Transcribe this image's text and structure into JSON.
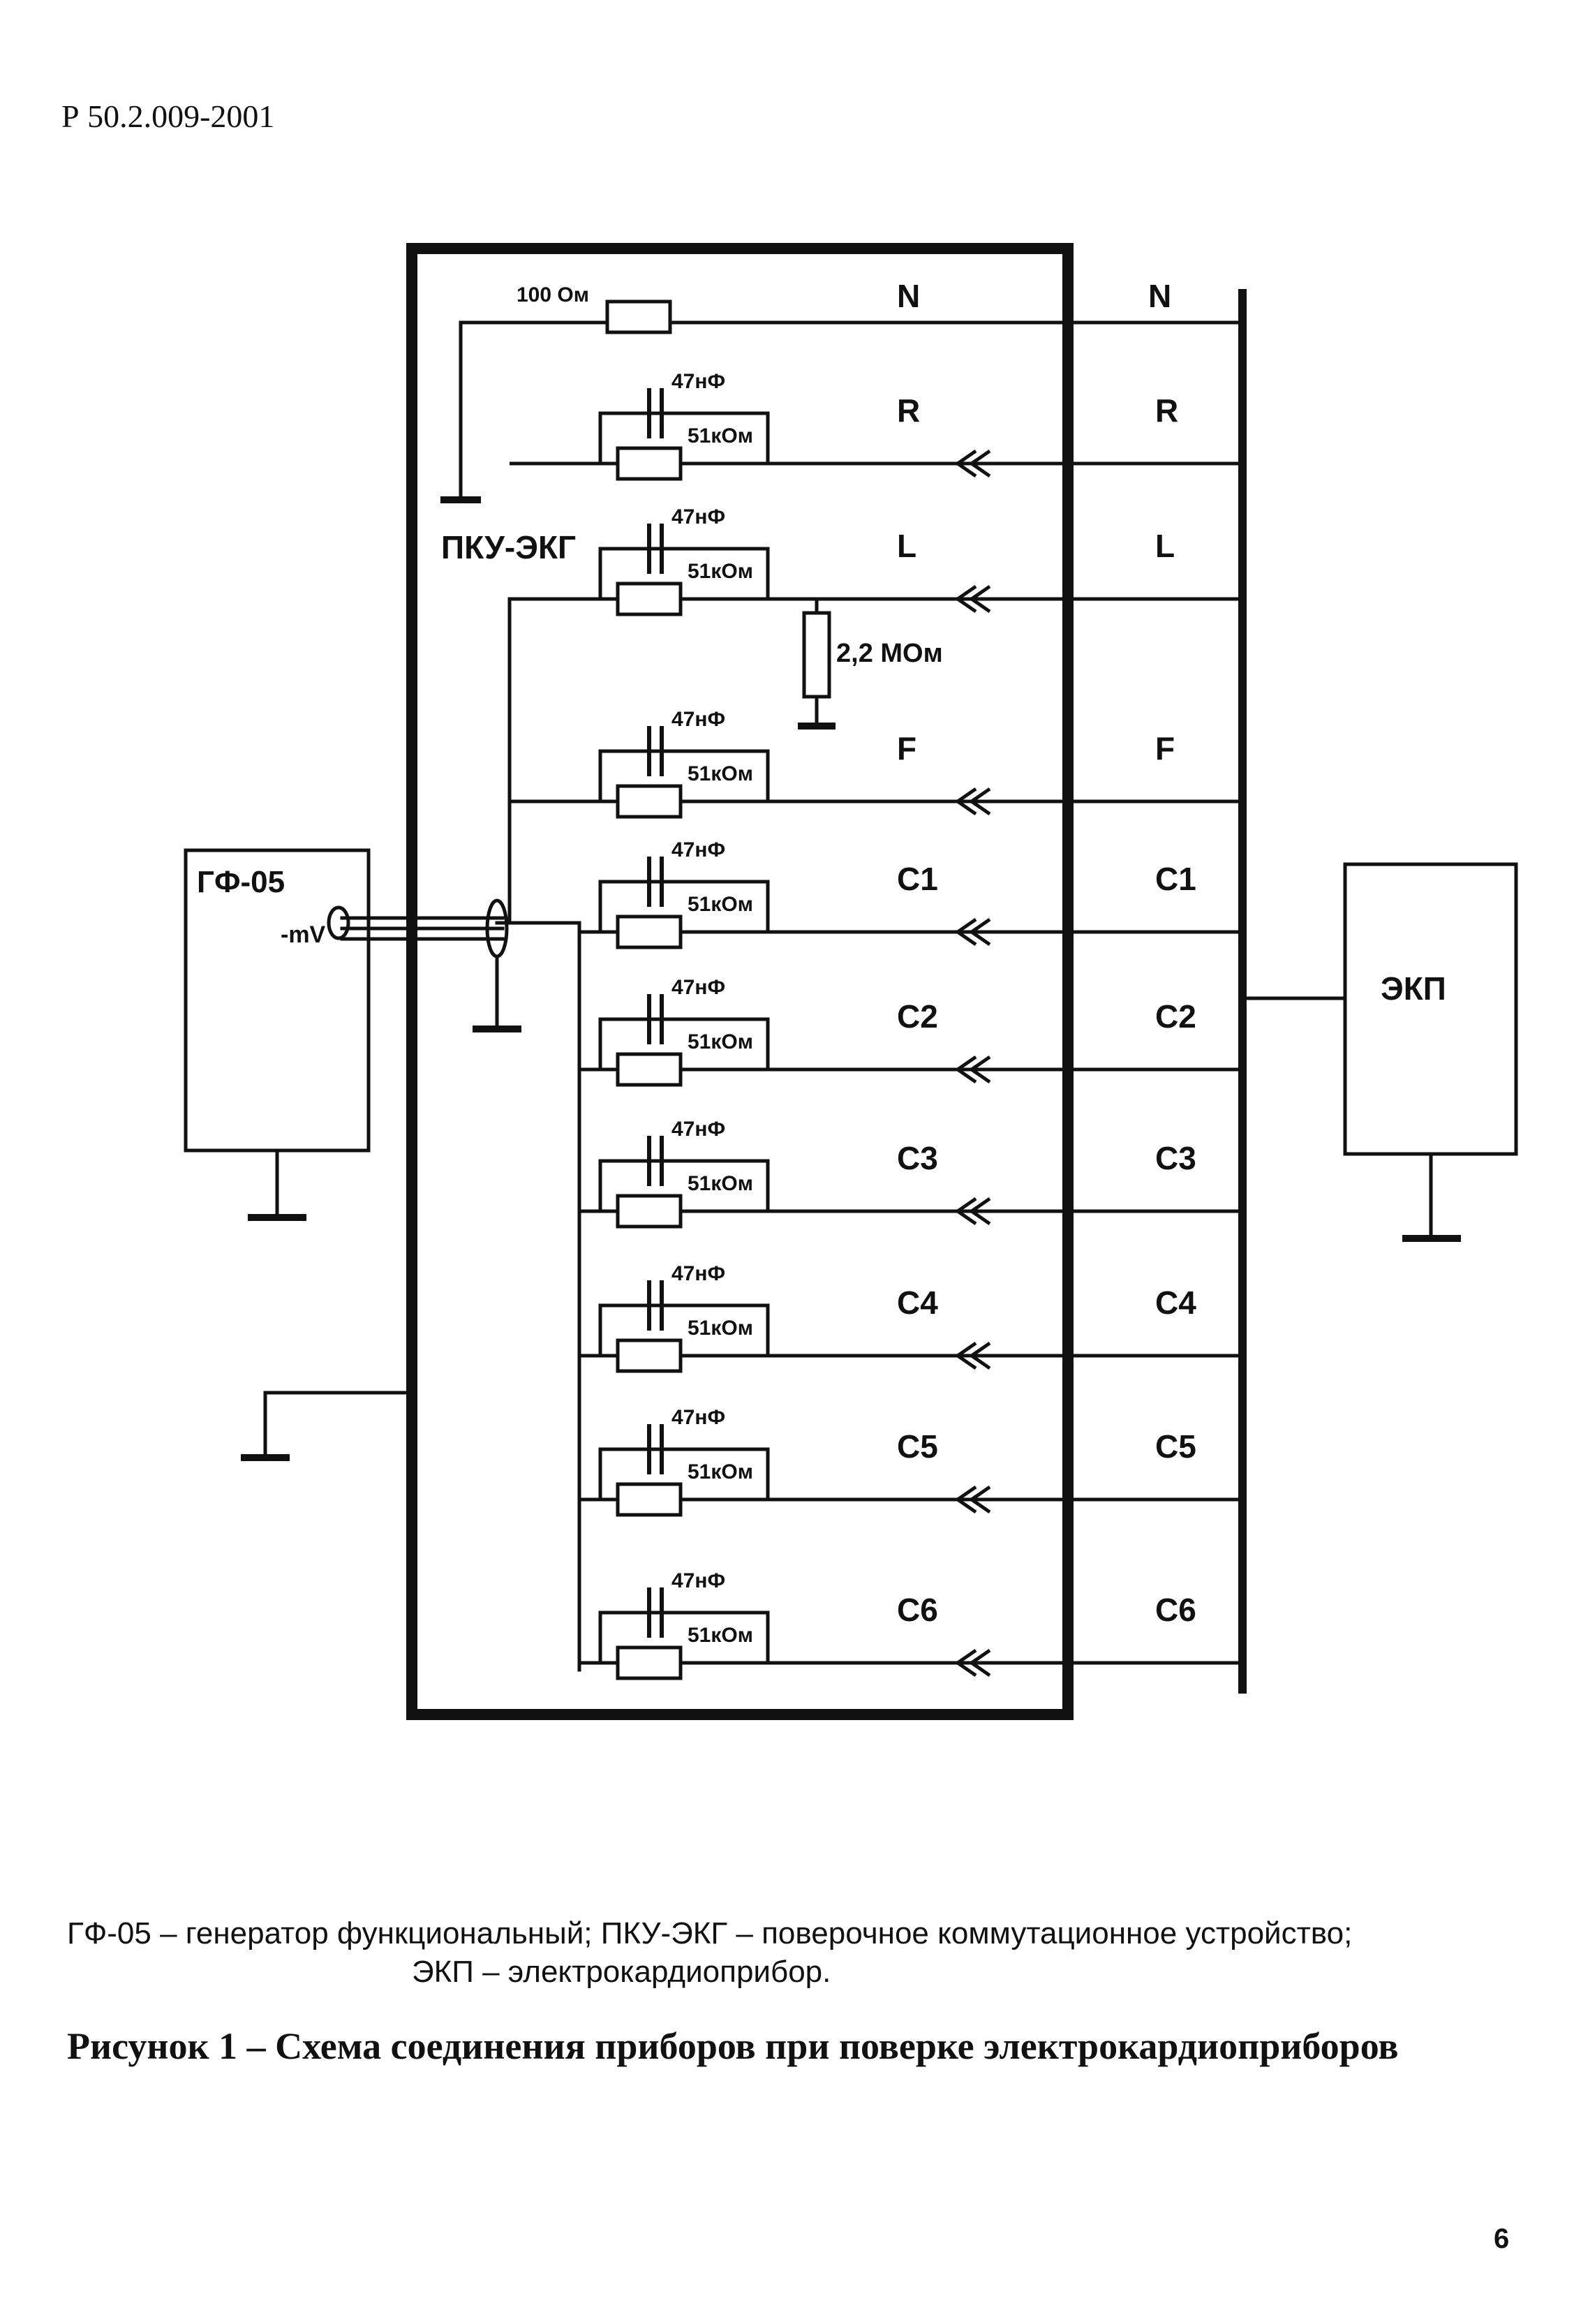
{
  "header": {
    "doc_code": "Р 50.2.009-2001"
  },
  "diagram": {
    "generator": {
      "label": "ГФ-05",
      "output": "-mV"
    },
    "switch_unit": {
      "label": "ПКУ-ЭКГ"
    },
    "recorder": {
      "label": "ЭКП"
    },
    "neutral": {
      "resistor": "100 Ом",
      "inner_label": "N",
      "outer_label": "N"
    },
    "lead_l_shunt": "2,2 МОм",
    "leads": [
      {
        "inner": "R",
        "outer": "R",
        "capacitor": "47нФ",
        "resistor": "51кОм"
      },
      {
        "inner": "L",
        "outer": "L",
        "capacitor": "47нФ",
        "resistor": "51кОм"
      },
      {
        "inner": "F",
        "outer": "F",
        "capacitor": "47нФ",
        "resistor": "51кОм"
      },
      {
        "inner": "C1",
        "outer": "C1",
        "capacitor": "47нФ",
        "resistor": "51кОм"
      },
      {
        "inner": "C2",
        "outer": "C2",
        "capacitor": "47нФ",
        "resistor": "51кОм"
      },
      {
        "inner": "C3",
        "outer": "C3",
        "capacitor": "47нФ",
        "resistor": "51кОм"
      },
      {
        "inner": "C4",
        "outer": "C4",
        "capacitor": "47нФ",
        "resistor": "51кОм"
      },
      {
        "inner": "C5",
        "outer": "C5",
        "capacitor": "47нФ",
        "resistor": "51кОм"
      },
      {
        "inner": "C6",
        "outer": "C6",
        "capacitor": "47нФ",
        "resistor": "51кОм"
      }
    ]
  },
  "legend": {
    "line1": "ГФ-05 – генератор функциональный;   ПКУ-ЭКГ – поверочное коммутационное устройство;",
    "line2": "ЭКП – электрокардиоприбор."
  },
  "caption": "Рисунок 1 – Схема соединения приборов при поверке электрокардиоприборов",
  "page_number": "6"
}
